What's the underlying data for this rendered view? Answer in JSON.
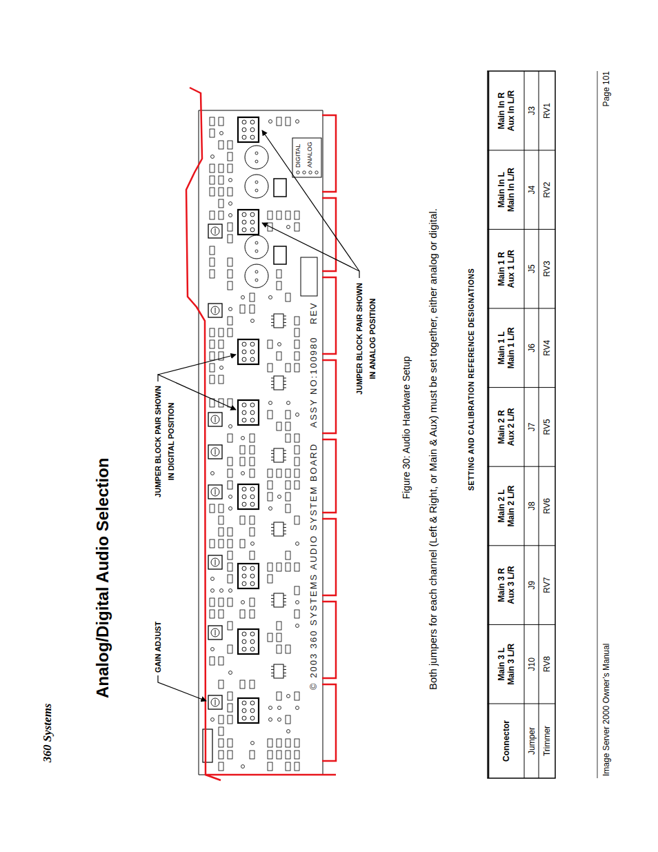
{
  "diagram": {
    "title": "Analog/Digital Audio Selection",
    "caption": "Figure 30: Audio Hardware Setup",
    "labels": [
      "360 Systems",
      "GAIN ADJUST",
      "JUMPER BLOCK PAIR SHOWN IN DIGITAL POSITION",
      "JUMPER BLOCK PAIR SHOWN IN ANALOG POSITION",
      "© 2003 360 SYSTEMS AUDIO SYSTEM BOARD",
      "ASSY NO:100980",
      "REV",
      "DIGITAL",
      "ANALOG",
      "Both jumpers for each channel (Left & Right, or Main & Aux) must be set together, either analog or digital.",
      "SETTING AND CALIBRATION REFERENCE DESIGNATIONS",
      "Connector",
      "Main 3 L Main 3 L/R",
      "Main 3 R Aux 3 L/R",
      "Main 2 L Main 2 L/R",
      "Main 2 R Aux 2 L/R",
      "Main 1 L Main 1 L/R",
      "Main 1 R Aux 1 L/R",
      "Main In L Main In L/R",
      "Main In R Aux In L/R",
      "Jumper",
      "J10",
      "J9",
      "J8",
      "J7",
      "J6",
      "J5",
      "J4",
      "J3",
      "Trimmer",
      "RV8",
      "RV7",
      "RV6",
      "RV5",
      "RV4",
      "RV3",
      "RV2",
      "RV1",
      "Image Server 2000 Owner’s Manual",
      "Page 101"
    ]
  }
}
